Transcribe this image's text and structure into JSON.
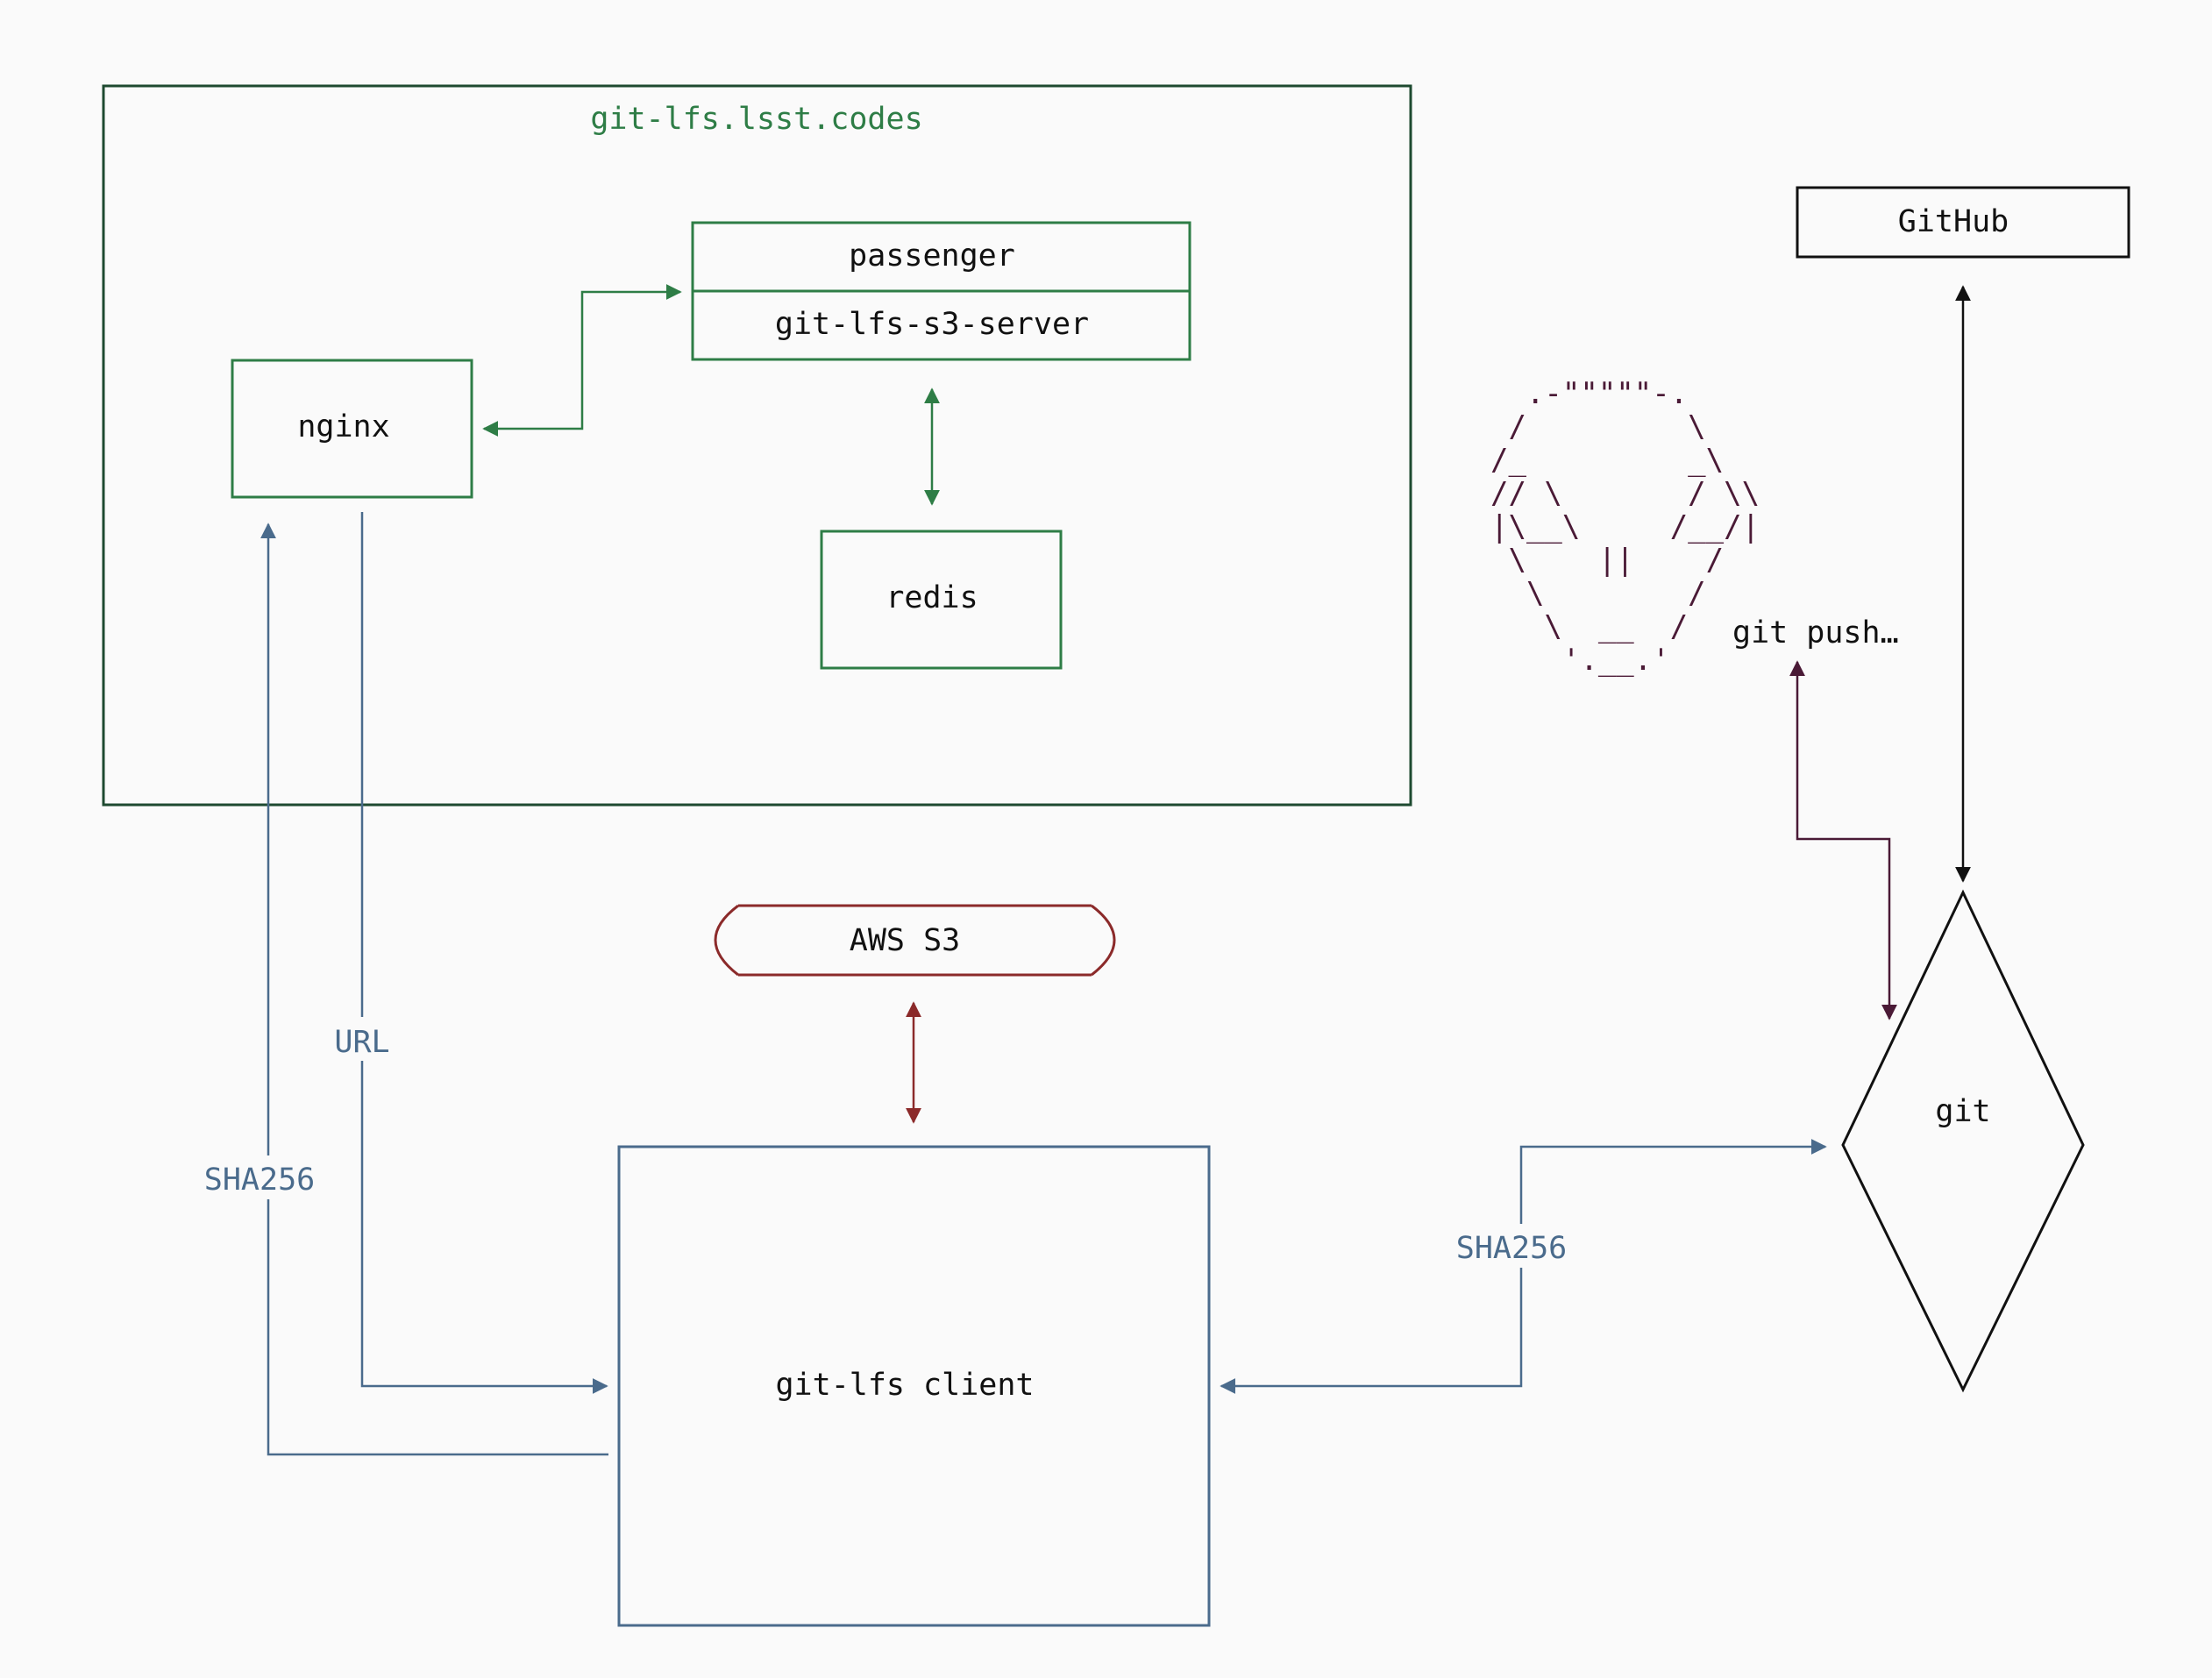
{
  "colors": {
    "background": "#fafafa",
    "server_green": "#2e7d46",
    "client_blue": "#4a6b8c",
    "aws_red": "#8b2a2a",
    "alien_purple": "#4a1a36",
    "ink": "#111111"
  },
  "server_group": {
    "title": "git-lfs.lsst.codes"
  },
  "nodes": {
    "passenger": "passenger",
    "git_lfs_s3_server": "git-lfs-s3-server",
    "nginx": "nginx",
    "redis": "redis",
    "github": "GitHub",
    "aws_s3": "AWS S3",
    "git_lfs_client": "git-lfs client",
    "git": "git"
  },
  "edge_labels": {
    "url": "URL",
    "sha256_left": "SHA256",
    "sha256_right": "SHA256",
    "git_push": "git push…"
  },
  "alien_ascii": [
    "  .-\"\"\"\"\"-.  ",
    " /         \\ ",
    "/_         _\\",
    "// \\       / \\\\",
    "|\\__\\     /__/|",
    " \\    ||    / ",
    "  \\        /  ",
    "   \\  __  /   ",
    "    '.__.'    "
  ]
}
